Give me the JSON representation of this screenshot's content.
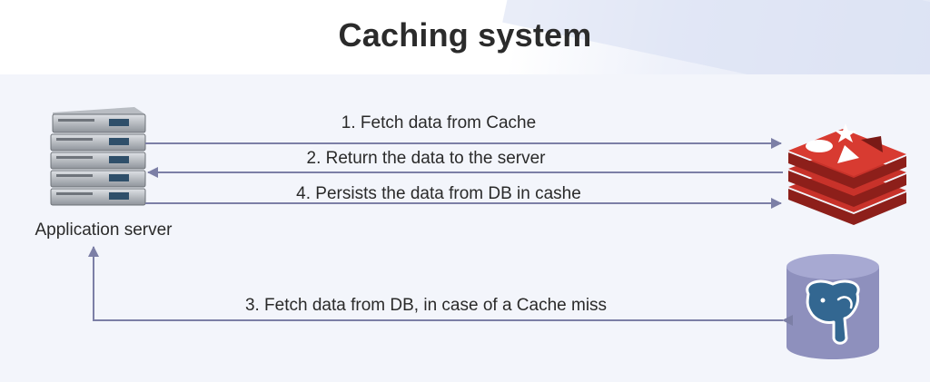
{
  "title": "Caching system",
  "nodes": {
    "app_server": {
      "label": "Application server",
      "icon": "server-rack-icon"
    },
    "cache": {
      "icon": "redis-icon"
    },
    "database": {
      "icon": "postgresql-icon"
    }
  },
  "arrows": {
    "fetch_cache": "1. Fetch data from Cache",
    "return_data": "2. Return the data to the server",
    "fetch_db": "3. Fetch data from DB, in case of a Cache miss",
    "persist": "4. Persists the data from DB in cashe"
  },
  "colors": {
    "arrow": "#7c7fa6",
    "redis_red": "#c8322a",
    "db_body": "#8e90bd",
    "db_top": "#a7a9d2",
    "panel_bg": "#f3f5fb"
  }
}
